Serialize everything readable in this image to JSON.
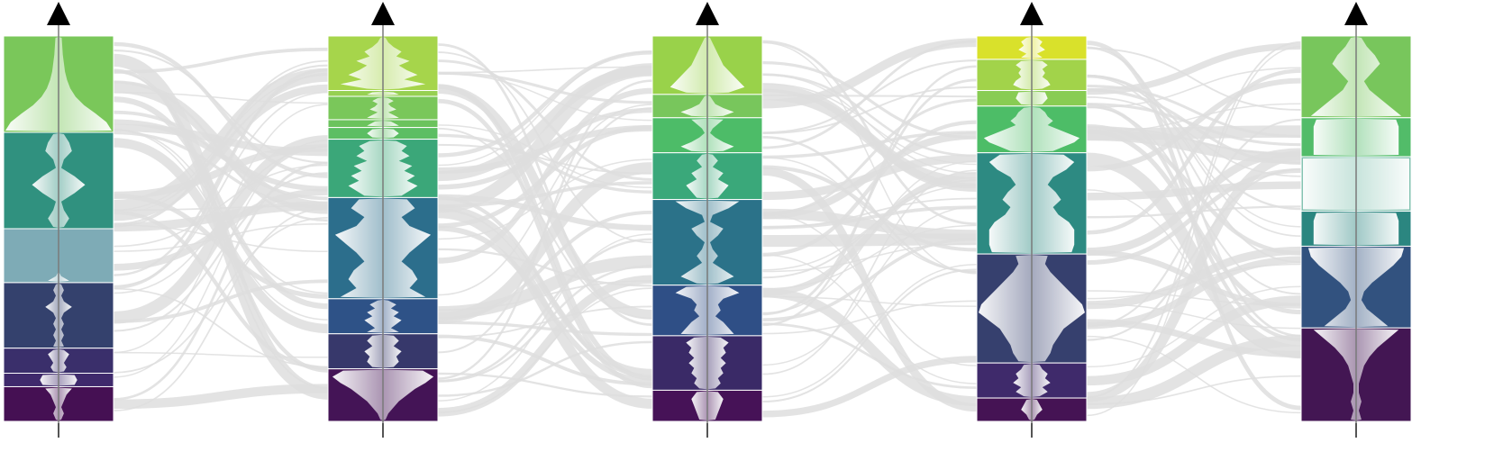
{
  "chart_data": {
    "type": "parallel-sets",
    "description_note": "",
    "axes": [
      {
        "categories": [
          {
            "share": 0.25,
            "color": "#7ac75a",
            "profile": [
              0.06,
              0.07,
              0.08,
              0.1,
              0.12,
              0.16,
              0.22,
              0.32,
              0.48,
              0.7,
              0.9,
              1.0
            ]
          },
          {
            "share": 0.25,
            "color": "#30917f",
            "profile": [
              0.1,
              0.2,
              0.25,
              0.1,
              0.05,
              0.3,
              0.5,
              0.3,
              0.05,
              0.1,
              0.2,
              0.1
            ]
          },
          {
            "share": 0.14,
            "color": "#7eabb6",
            "profile": [
              0,
              0,
              0,
              0,
              0,
              0,
              0,
              0,
              0,
              0,
              0.05,
              0.2
            ]
          },
          {
            "share": 0.17,
            "color": "#34416d",
            "profile": [
              0.05,
              0.1,
              0.05,
              0.1,
              0.25,
              0.1,
              0.05,
              0.1,
              0.05,
              0.1,
              0.05,
              0.1
            ]
          },
          {
            "share": 0.065,
            "color": "#3a2f6b",
            "profile": [
              0.1,
              0.2,
              0.15,
              0.1,
              0.15,
              0.1
            ]
          },
          {
            "share": 0.035,
            "color": "#3f2a6c",
            "profile": [
              0.3,
              0.35,
              0.3
            ]
          },
          {
            "share": 0.09,
            "color": "#451053",
            "profile": [
              0.25,
              0.15,
              0.1,
              0.05,
              0.1,
              0.05
            ]
          }
        ]
      },
      {
        "categories": [
          {
            "share": 0.14,
            "color": "#a6d54b",
            "profile": [
              0.05,
              0.1,
              0.2,
              0.35,
              0.25,
              0.5,
              0.3,
              0.45,
              0.65,
              0.4,
              0.8,
              0.3
            ]
          },
          {
            "share": 0.015,
            "color": "#96d052",
            "profile": [
              0.2,
              0.3
            ]
          },
          {
            "share": 0.06,
            "color": "#7ac75a",
            "profile": [
              0.1,
              0.2,
              0.1,
              0.15,
              0.25,
              0.1,
              0.2,
              0.3
            ]
          },
          {
            "share": 0.02,
            "color": "#6bc35d",
            "profile": [
              0.15,
              0.3
            ]
          },
          {
            "share": 0.03,
            "color": "#5cbe63",
            "profile": [
              0.2,
              0.3,
              0.2
            ]
          },
          {
            "share": 0.15,
            "color": "#3ba779",
            "profile": [
              0.25,
              0.45,
              0.35,
              0.5,
              0.3,
              0.55,
              0.4,
              0.6,
              0.45,
              0.65,
              0.5,
              0.35
            ]
          },
          {
            "share": 0.26,
            "color": "#2c6e8c",
            "profile": [
              0.45,
              0.6,
              0.35,
              0.5,
              0.9,
              0.7,
              0.5,
              0.35,
              0.55,
              0.65,
              0.5,
              0.8
            ]
          },
          {
            "share": 0.09,
            "color": "#2e5287",
            "profile": [
              0.1,
              0.25,
              0.15,
              0.3,
              0.2,
              0.35,
              0.25,
              0.15,
              0.3
            ]
          },
          {
            "share": 0.09,
            "color": "#37386b",
            "profile": [
              0.2,
              0.3,
              0.2,
              0.35,
              0.25,
              0.3,
              0.2
            ]
          },
          {
            "share": 0.135,
            "color": "#441456",
            "profile": [
              0.75,
              0.95,
              0.8,
              0.6,
              0.45,
              0.3,
              0.2,
              0.1,
              0.05
            ]
          }
        ]
      },
      {
        "categories": [
          {
            "share": 0.15,
            "color": "#99d24a",
            "profile": [
              0.05,
              0.1,
              0.15,
              0.2,
              0.25,
              0.3,
              0.4,
              0.5,
              0.6,
              0.7,
              0.4
            ]
          },
          {
            "share": 0.06,
            "color": "#78c65c",
            "profile": [
              0.05,
              0.1,
              0.15,
              0.3,
              0.5,
              0.3
            ]
          },
          {
            "share": 0.09,
            "color": "#4dbc68",
            "profile": [
              0.3,
              0.2,
              0.1,
              0.05,
              0.15,
              0.3,
              0.5,
              0.3
            ]
          },
          {
            "share": 0.12,
            "color": "#3aa87a",
            "profile": [
              0.1,
              0.2,
              0.1,
              0.3,
              0.2,
              0.4,
              0.3,
              0.2
            ]
          },
          {
            "share": 0.22,
            "color": "#2b7289",
            "profile": [
              0.6,
              0.4,
              0.1,
              0.05,
              0.3,
              0.2,
              0.05,
              0.1,
              0.2,
              0.1,
              0.3,
              0.5,
              0.2
            ]
          },
          {
            "share": 0.13,
            "color": "#2f4f86",
            "profile": [
              0.4,
              0.6,
              0.3,
              0.2,
              0.25,
              0.15,
              0.3,
              0.4,
              0.5
            ]
          },
          {
            "share": 0.14,
            "color": "#3a2a67",
            "profile": [
              0.25,
              0.4,
              0.3,
              0.35,
              0.25,
              0.35,
              0.25,
              0.3,
              0.2,
              0.25,
              0.15
            ]
          },
          {
            "share": 0.08,
            "color": "#461257",
            "profile": [
              0.2,
              0.3,
              0.25,
              0.2,
              0.15
            ]
          }
        ]
      },
      {
        "categories": [
          {
            "share": 0.06,
            "color": "#d9e12b",
            "profile": [
              0.1,
              0.2,
              0.15,
              0.25,
              0.1,
              0.2
            ]
          },
          {
            "share": 0.08,
            "color": "#a2d34a",
            "profile": [
              0.2,
              0.3,
              0.2,
              0.25,
              0.2,
              0.3,
              0.35,
              0.2
            ]
          },
          {
            "share": 0.04,
            "color": "#88cc53",
            "profile": [
              0.25,
              0.3,
              0.2
            ]
          },
          {
            "share": 0.12,
            "color": "#4dbd67",
            "profile": [
              0.15,
              0.25,
              0.3,
              0.4,
              0.3,
              0.5,
              0.7,
              0.9,
              0.8,
              0.6,
              0.4
            ]
          },
          {
            "share": 0.26,
            "color": "#2d8a82",
            "profile": [
              0.6,
              0.8,
              0.65,
              0.4,
              0.3,
              0.45,
              0.55,
              0.4,
              0.5,
              0.7,
              0.8,
              0.8,
              0.8,
              0.75
            ]
          },
          {
            "share": 0.28,
            "color": "#36406e",
            "profile": [
              0.3,
              0.25,
              0.35,
              0.5,
              0.65,
              0.8,
              0.95,
              1.0,
              0.8,
              0.6,
              0.5,
              0.4,
              0.35,
              0.25
            ]
          },
          {
            "share": 0.09,
            "color": "#3f2a6b",
            "profile": [
              0.15,
              0.2,
              0.3,
              0.25,
              0.35,
              0.2,
              0.3,
              0.15
            ]
          },
          {
            "share": 0.06,
            "color": "#451354",
            "profile": [
              0.1,
              0.15,
              0.2,
              0.1,
              0.05
            ]
          }
        ]
      },
      {
        "categories": [
          {
            "share": 0.21,
            "color": "#78c65c",
            "profile": [
              0.1,
              0.2,
              0.35,
              0.45,
              0.3,
              0.15,
              0.25,
              0.45,
              0.65,
              0.85
            ]
          },
          {
            "share": 0.1,
            "color": "#52bc69",
            "profile": [
              0.75,
              0.8,
              0.8,
              0.8,
              0.8,
              0.8
            ]
          },
          {
            "share": 0.14,
            "color": "#84c3b1",
            "profile": [
              1,
              1,
              1,
              1,
              1,
              1,
              1,
              1
            ]
          },
          {
            "share": 0.09,
            "color": "#2b8680",
            "profile": [
              0.75,
              0.8,
              0.8,
              0.8,
              0.8
            ]
          },
          {
            "share": 0.21,
            "color": "#32527f",
            "profile": [
              0.9,
              0.85,
              0.7,
              0.5,
              0.3,
              0.15,
              0.1,
              0.2,
              0.4,
              0.6
            ]
          },
          {
            "share": 0.24,
            "color": "#431653",
            "profile": [
              0.8,
              0.6,
              0.4,
              0.25,
              0.15,
              0.1,
              0.05,
              0.05,
              0.1,
              0.05,
              0.1
            ]
          }
        ]
      }
    ],
    "flows": {
      "between": [
        [
          0,
          1
        ],
        [
          1,
          2
        ],
        [
          2,
          3
        ],
        [
          3,
          4
        ]
      ],
      "color": "#dedede",
      "count_per_gap": 46,
      "seed": 7
    }
  }
}
